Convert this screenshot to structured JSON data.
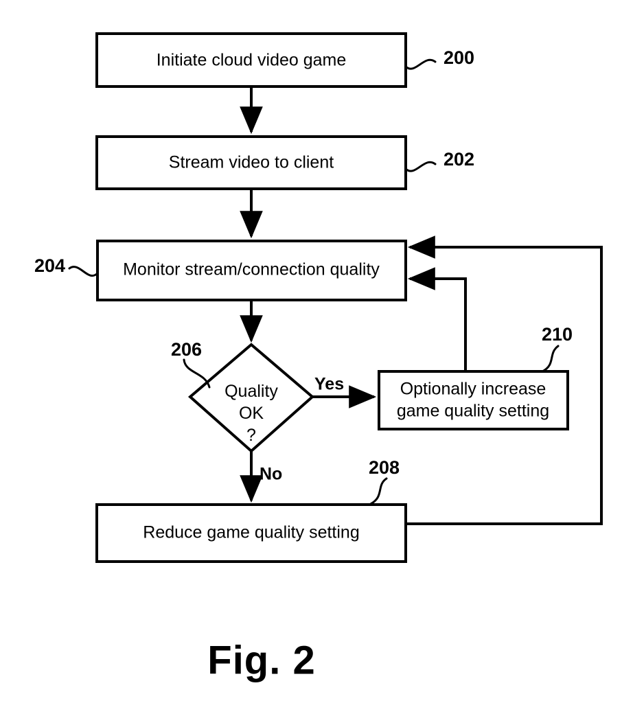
{
  "figure": {
    "caption": "Fig. 2",
    "type": "patent-flowchart"
  },
  "nodes": [
    {
      "id": "200",
      "shape": "rect",
      "label": "Initiate cloud video game",
      "ref": "200"
    },
    {
      "id": "202",
      "shape": "rect",
      "label": "Stream video to client",
      "ref": "202"
    },
    {
      "id": "204",
      "shape": "rect",
      "label": "Monitor stream/connection quality",
      "ref": "204"
    },
    {
      "id": "206",
      "shape": "diamond",
      "label_line1": "Quality",
      "label_line2": "OK",
      "label_line3": "?",
      "ref": "206"
    },
    {
      "id": "208",
      "shape": "rect",
      "label": "Reduce game quality setting",
      "ref": "208"
    },
    {
      "id": "210",
      "shape": "rect",
      "label_line1": "Optionally increase",
      "label_line2": "game quality setting",
      "ref": "210"
    }
  ],
  "edge_labels": {
    "yes": "Yes",
    "no": "No"
  },
  "colors": {
    "stroke": "#000000",
    "fill": "#ffffff",
    "background": "#ffffff"
  }
}
